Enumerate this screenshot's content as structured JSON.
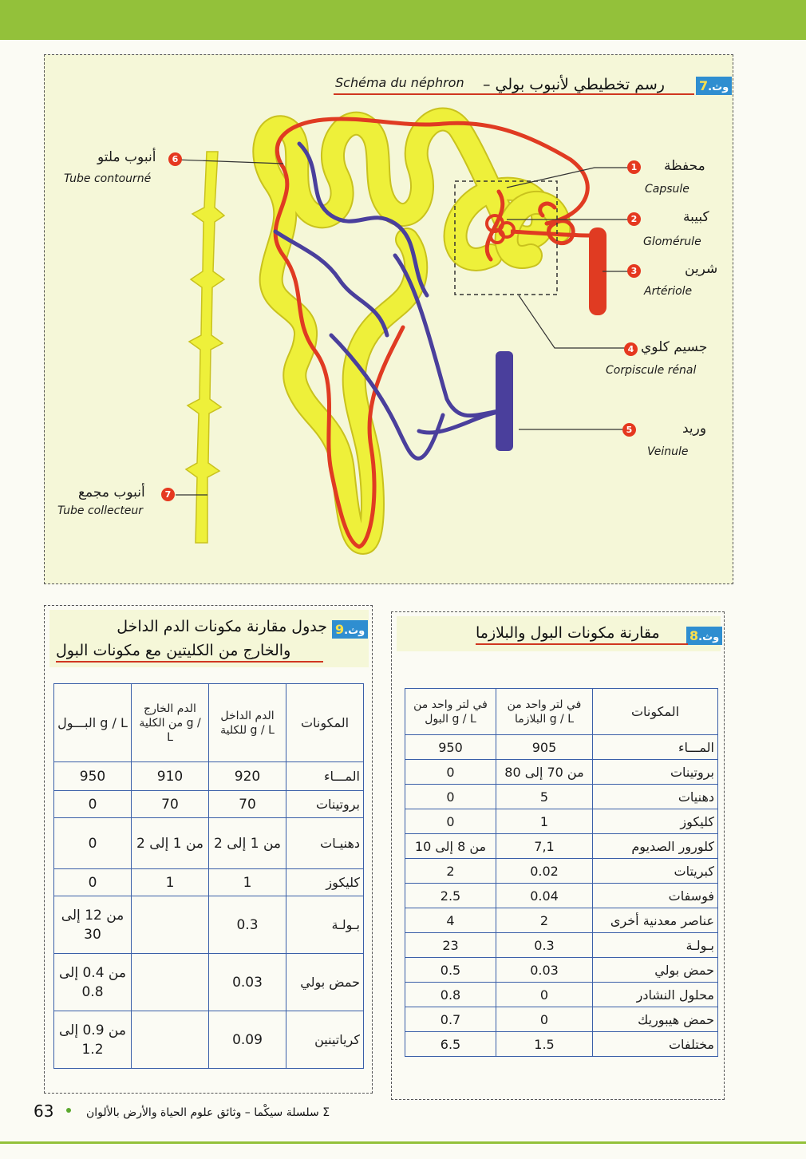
{
  "diagram": {
    "tag_prefix": "وث.",
    "tag_number": "7",
    "title_ar": "رسم تخطيطي لأنبوب بولي –",
    "title_fr": "Schéma du néphron",
    "labels": [
      {
        "num": "1",
        "ar": "محفظة",
        "fr": "Capsule"
      },
      {
        "num": "2",
        "ar": "كبيبة",
        "fr": "Glomérule"
      },
      {
        "num": "3",
        "ar": "شرين",
        "fr": "Artériole"
      },
      {
        "num": "4",
        "ar": "جسيم كلوي",
        "fr": "Corpiscule rénal"
      },
      {
        "num": "5",
        "ar": "وريد",
        "fr": "Veinule"
      },
      {
        "num": "6",
        "ar": "أنبوب ملتو",
        "fr": "Tube contourné"
      },
      {
        "num": "7",
        "ar": "أنبوب مجمع",
        "fr": "Tube collecteur"
      }
    ],
    "colors": {
      "tube": "#eef03a",
      "artery": "#e03b22",
      "vein": "#4a3f9c",
      "background": "#f5f7d8"
    }
  },
  "doc9": {
    "tag_prefix": "وث.",
    "tag_number": "9",
    "title_line1": "جدول مقارنة مكونات الدم الداخل",
    "title_line2": "والخارج من الكليتين مع مكونات البول",
    "headers": [
      "المكونات",
      "الدم الداخل للكلية g / L",
      "الدم الخارج من الكلية g / L",
      "البـــول g / L"
    ],
    "rows": [
      [
        "المـــاء",
        "920",
        "910",
        "950"
      ],
      [
        "بروتينات",
        "70",
        "70",
        "0"
      ],
      [
        "دهنيـات",
        "من 1 إلى 2",
        "من 1 إلى 2",
        "0"
      ],
      [
        "كليكوز",
        "1",
        "1",
        "0"
      ],
      [
        "بـولـة",
        "0.3",
        "",
        "من 12 إلى 30"
      ],
      [
        "حمض بولي",
        "0.03",
        "",
        "من 0.4 إلى 0.8"
      ],
      [
        "كرياتينين",
        "0.09",
        "",
        "من 0.9 إلى 1.2"
      ]
    ]
  },
  "doc8": {
    "tag_prefix": "وث.",
    "tag_number": "8",
    "title": "مقارنة مكونات البول والبلازما",
    "headers": [
      "المكونات",
      "في لتر واحد من البلازما g / L",
      "في لتر واحد من البول g / L"
    ],
    "rows": [
      [
        "المـــاء",
        "905",
        "950"
      ],
      [
        "بروتينات",
        "من 70 إلى 80",
        "0"
      ],
      [
        "دهنيات",
        "5",
        "0"
      ],
      [
        "كليكوز",
        "1",
        "0"
      ],
      [
        "كلورور الصديوم",
        "7,1",
        "من 8 إلى 10"
      ],
      [
        "كبريتات",
        "0.02",
        "2"
      ],
      [
        "فوسفات",
        "0.04",
        "2.5"
      ],
      [
        "عناصر معدنية أخرى",
        "2",
        "4"
      ],
      [
        "بـولـة",
        "0.3",
        "23"
      ],
      [
        "حمض بولي",
        "0.03",
        "0.5"
      ],
      [
        "محلول النشادر",
        "0",
        "0.8"
      ],
      [
        "حمض هيبوريك",
        "0",
        "0.7"
      ],
      [
        "مختلفات",
        "1.5",
        "6.5"
      ]
    ]
  },
  "footer": {
    "page_number": "63",
    "series": "Σ سلسلة سيكْما – وثائق علوم الحياة والأرض بالألوان"
  }
}
